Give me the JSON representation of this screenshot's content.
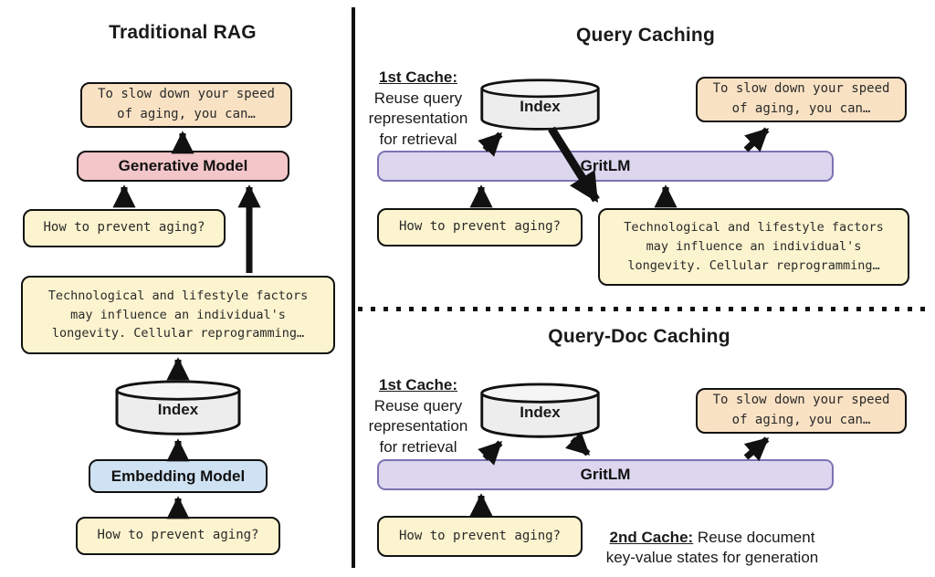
{
  "colors": {
    "background": "#ffffff",
    "yellow": "#fcf3cf",
    "peach": "#f9e2c4",
    "pink": "#f3c6c9",
    "blue": "#cfe2f3",
    "purple_fill": "#dcd6ee",
    "purple_border": "#7e72b3",
    "cylinder": "#ededed",
    "cylinder_top": "#f5f5f5",
    "line": "#111111",
    "text": "#1a1a1a"
  },
  "traditional": {
    "title": "Traditional RAG",
    "answer": "To slow down your speed\nof aging, you can…",
    "generative_model": "Generative Model",
    "query": "How to prevent aging?",
    "document": "Technological and lifestyle factors\nmay influence an individual's\nlongevity. Cellular reprogramming…",
    "index_label": "Index",
    "embedding_model": "Embedding Model",
    "query_bottom": "How to prevent aging?"
  },
  "query_caching": {
    "title": "Query Caching",
    "cache1_title": "1st Cache:",
    "cache1_desc": "Reuse query\nrepresentation\nfor retrieval",
    "index_label": "Index",
    "answer": "To slow down your speed\nof aging, you can…",
    "model": "GritLM",
    "query": "How to prevent aging?",
    "document": "Technological and lifestyle factors\nmay influence an individual's\nlongevity. Cellular reprogramming…"
  },
  "query_doc_caching": {
    "title": "Query-Doc Caching",
    "cache1_title": "1st Cache:",
    "cache1_desc": "Reuse query\nrepresentation\nfor retrieval",
    "index_label": "Index",
    "answer": "To slow down your speed\nof aging, you can…",
    "model": "GritLM",
    "query": "How to prevent aging?",
    "cache2_title": "2nd Cache:",
    "cache2_desc": " Reuse document\nkey-value states for generation"
  }
}
